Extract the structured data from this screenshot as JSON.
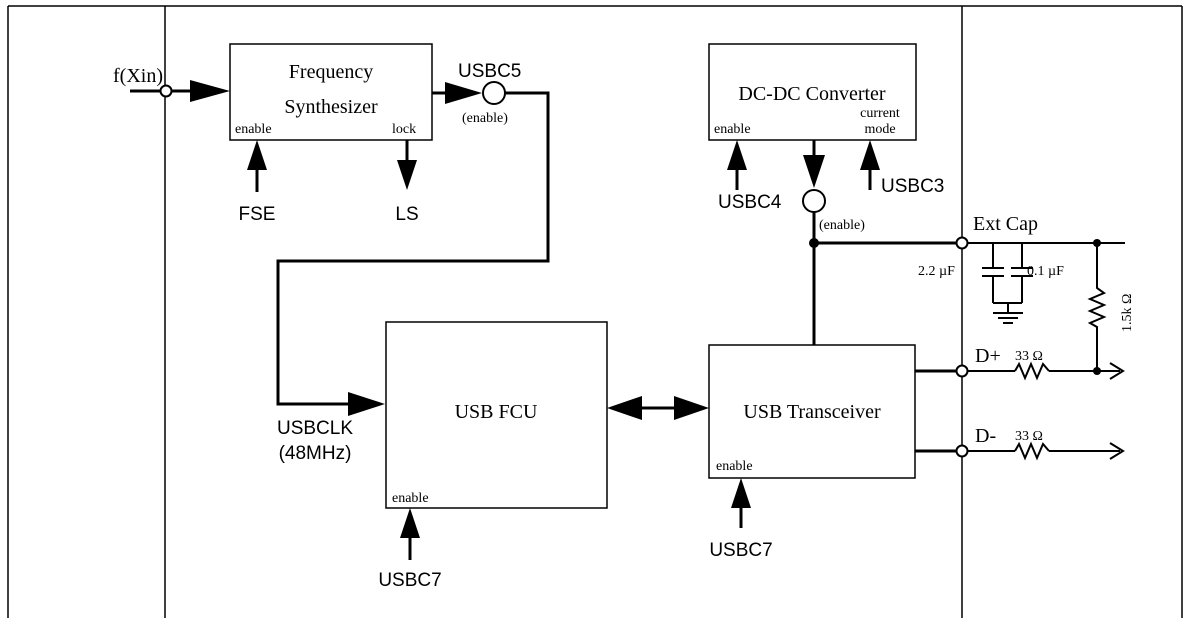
{
  "inputs": {
    "xin": "f(Xin)",
    "fse": "FSE",
    "ls": "LS",
    "usbc5": "USBC5",
    "usbc5_enable": "(enable)",
    "usbc4": "USBC4",
    "usbc4_enable": "(enable)",
    "usbc3": "USBC3",
    "usbclk": "USBCLK",
    "usbclk_freq": "(48MHz)",
    "usbc7_fcu": "USBC7",
    "usbc7_xcvr": "USBC7"
  },
  "blocks": {
    "freq_synth": {
      "line1": "Frequency",
      "line2": "Synthesizer",
      "enable": "enable",
      "lock": "lock"
    },
    "dcdc": {
      "title": "DC-DC Converter",
      "enable": "enable",
      "mode1": "current",
      "mode2": "mode"
    },
    "fcu": {
      "title": "USB FCU",
      "enable": "enable"
    },
    "xcvr": {
      "title": "USB Transceiver",
      "enable": "enable"
    }
  },
  "external": {
    "ext_cap": "Ext Cap",
    "cap1": "2.2 µF",
    "cap2": "0.1 µF",
    "pullup": "1.5k Ω",
    "dplus": "D+",
    "dminus": "D-",
    "r_dplus": "33 Ω",
    "r_dminus": "33 Ω"
  }
}
